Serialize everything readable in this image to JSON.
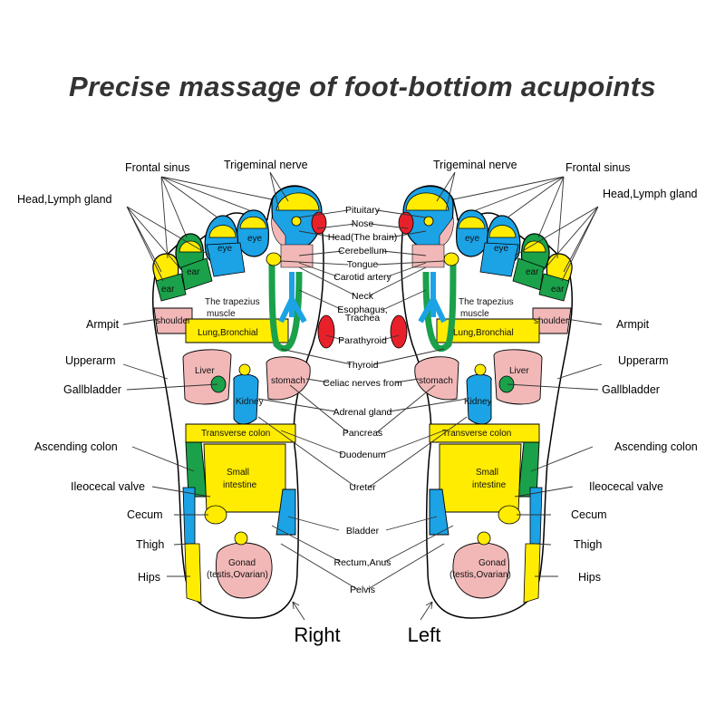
{
  "title": "Precise massage of foot-bottiom acupoints",
  "foot_labels": {
    "right": "Right",
    "left": "Left"
  },
  "outer_labels": {
    "frontal_sinus": "Frontal sinus",
    "head_lymph": "Head,Lymph gland",
    "trigeminal": "Trigeminal nerve",
    "armpit": "Armpit",
    "upperarm": "Upperarm",
    "gallbladder": "Gallbladder",
    "ascending_colon": "Ascending colon",
    "ileocecal": "Ileocecal valve",
    "cecum": "Cecum",
    "thigh": "Thigh",
    "hips": "Hips"
  },
  "center_labels": {
    "pituitary": "Pituitary",
    "nose": "Nose",
    "head_brain": "Head(The brain)",
    "cerebellum": "Cerebellum",
    "tongue": "Tongue",
    "carotid": "Carotid artery",
    "neck": "Neck",
    "esophagus_1": "Esophagus,",
    "esophagus_2": "Trachea",
    "parathyroid": "Parathyroid",
    "thyroid": "Thyroid",
    "celiac": "Celiac nerves from",
    "adrenal": "Adrenal gland",
    "pancreas": "Pancreas",
    "duodenum": "Duodenum",
    "ureter": "Ureter",
    "bladder": "Bladder",
    "rectum": "Rectum,Anus",
    "pelvis": "Pelvis"
  },
  "inner_labels": {
    "eye": "eye",
    "ear": "ear",
    "trapezius_1": "The trapezius",
    "trapezius_2": "muscle",
    "shoulder": "shoulder",
    "lung": "Lung,Bronchial",
    "liver": "Liver",
    "stomach": "stomach",
    "kidney": "Kidney",
    "transverse": "Transverse colon",
    "small_1": "Small",
    "small_2": "intestine",
    "gonad_1": "Gonad",
    "gonad_2": "(testis,Ovarian)"
  },
  "colors": {
    "yellow": "#ffec00",
    "blue": "#1ba3e6",
    "green": "#1aa14a",
    "pink": "#f2b8b8",
    "red": "#e8202a",
    "outline": "#000000"
  }
}
